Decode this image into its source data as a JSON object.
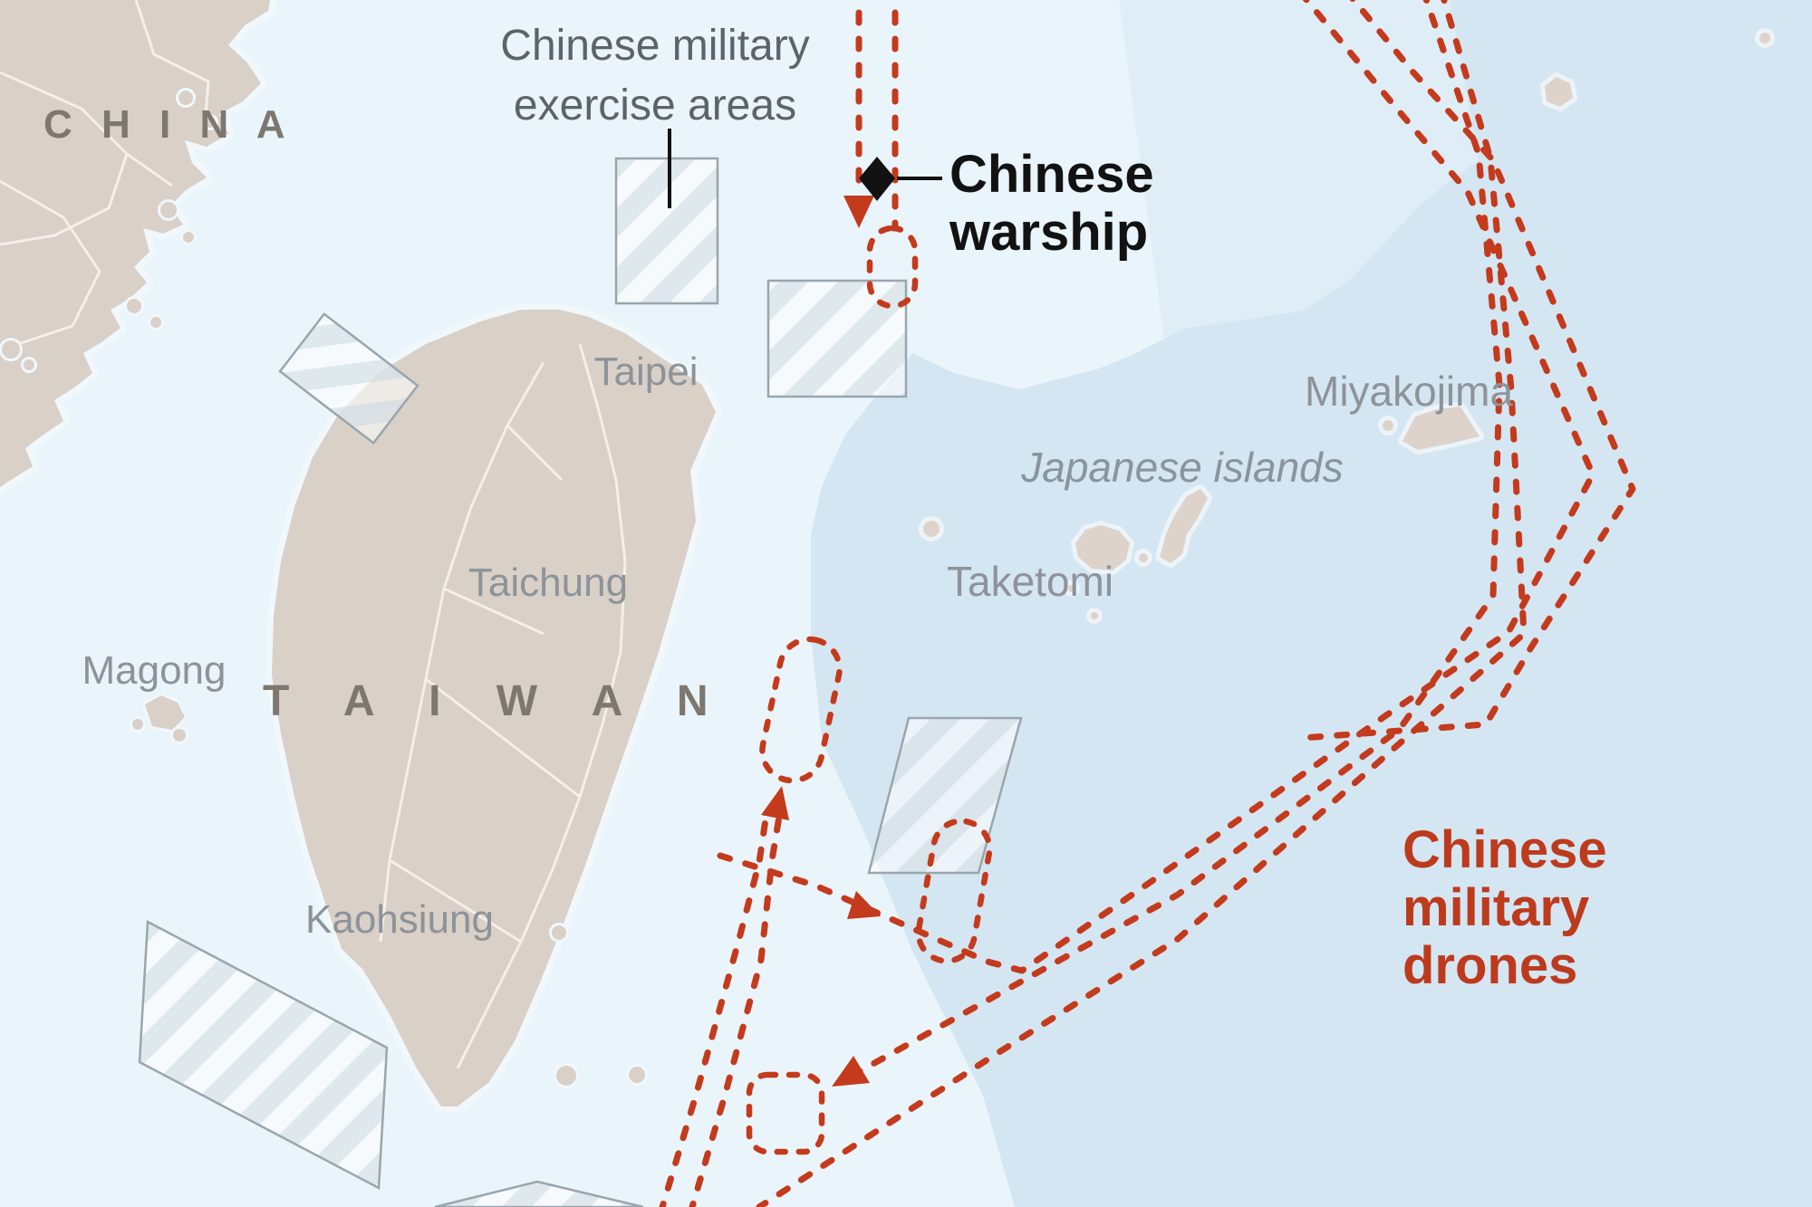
{
  "title": "Chinese military activity around Taiwan map",
  "countries": {
    "china": {
      "label": "C H I N A"
    },
    "taiwan": {
      "label": "T A I W A N"
    }
  },
  "cities": {
    "taipei": {
      "label": "Taipei"
    },
    "taichung": {
      "label": "Taichung"
    },
    "magong": {
      "label": "Magong"
    },
    "kaohsiung": {
      "label": "Kaohsiung"
    }
  },
  "japan": {
    "miyakojima": {
      "label": "Miyakojima"
    },
    "taketomi": {
      "label": "Taketomi"
    },
    "sea_label": "Japanese islands"
  },
  "annotations": {
    "exercise_areas": {
      "line1": "Chinese military",
      "line2": "exercise areas"
    },
    "warship": {
      "line1": "Chinese",
      "line2": "warship"
    },
    "drones": {
      "line1": "Chinese",
      "line2": "military",
      "line3": "drones"
    }
  },
  "icons": {
    "warship_marker": "black-diamond",
    "drone_path_arrows": "red-arrowhead",
    "exercise_area_fill": "diagonal-hatch"
  },
  "colors": {
    "ocean_light": "#eaf4fb",
    "ocean_mid": "#dfedf6",
    "ocean_japan_waters": "#d4e6f2",
    "land": "#d9d0c8",
    "land_roads": "#f4efe9",
    "hatch_stroke": "#9aa6ae",
    "drone_path_red": "#c43a1c",
    "label_gray": "#8d9399",
    "country_gray": "#7c776f",
    "annotation_dark_gray": "#5d6468",
    "annotation_black": "#121212",
    "annotation_red": "#bd3a1d"
  }
}
